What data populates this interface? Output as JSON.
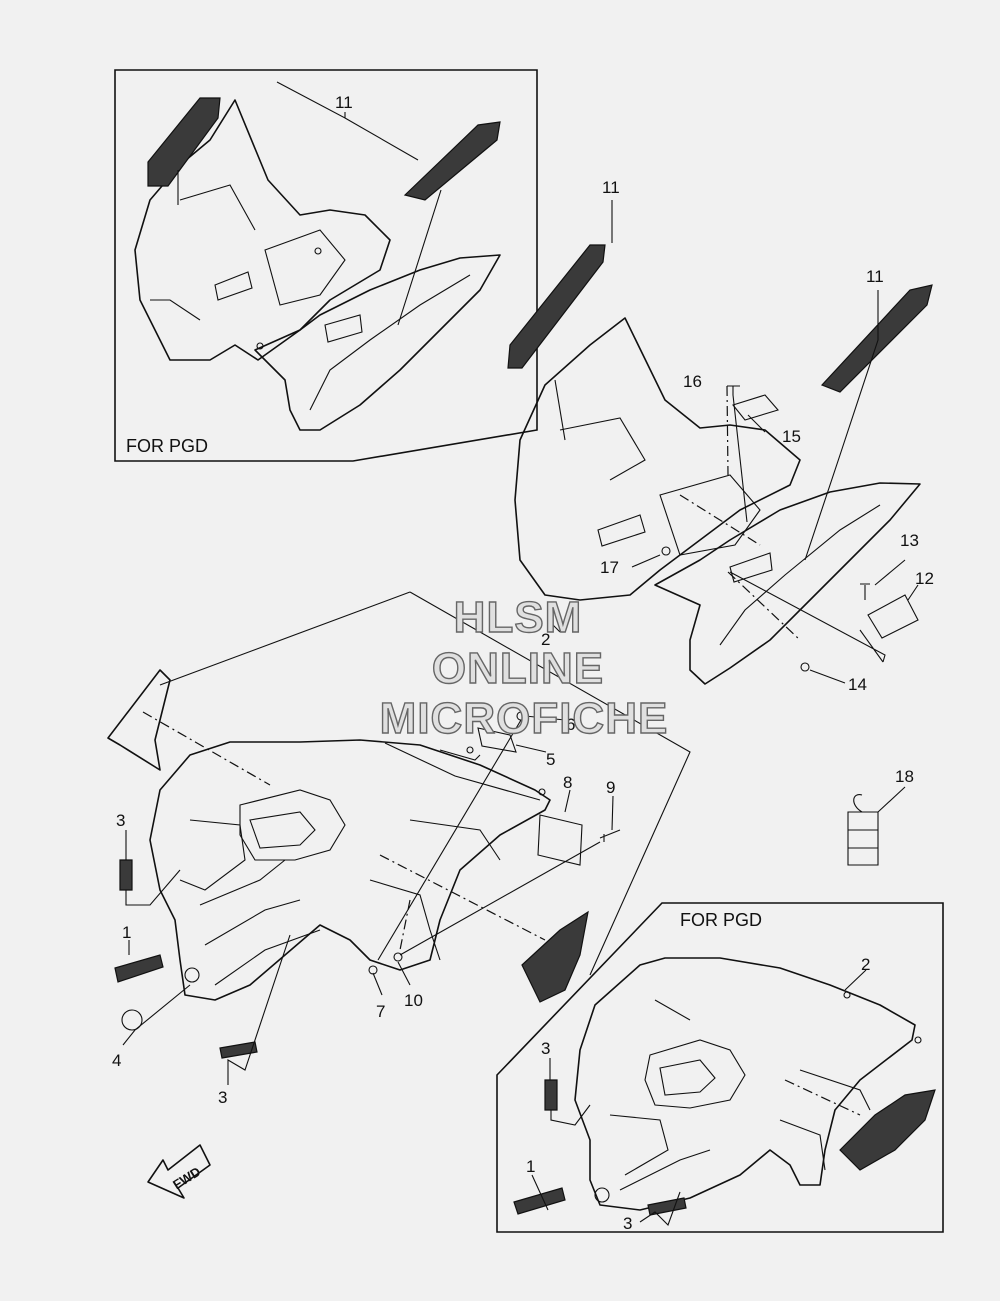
{
  "box_labels": {
    "top_box": "FOR PGD",
    "bottom_box": "FOR PGD"
  },
  "watermark": [
    "HLSM",
    "ONLINE",
    "MICROFICHE"
  ],
  "fwd_label": "FWD",
  "callouts": {
    "c11_top": "11",
    "c11_mid": "11",
    "c11_right": "11",
    "c16": "16",
    "c15": "15",
    "c13": "13",
    "c12": "12",
    "c17": "17",
    "c14": "14",
    "c2_mid": "2",
    "c6": "6",
    "c5": "5",
    "c8": "8",
    "c9": "9",
    "c18": "18",
    "c3_left": "3",
    "c1_left": "1",
    "c4": "4",
    "c3_low": "3",
    "c7": "7",
    "c10": "10",
    "c2_box": "2",
    "c3_box": "3",
    "c1_box": "1",
    "c3_box_low": "3"
  }
}
